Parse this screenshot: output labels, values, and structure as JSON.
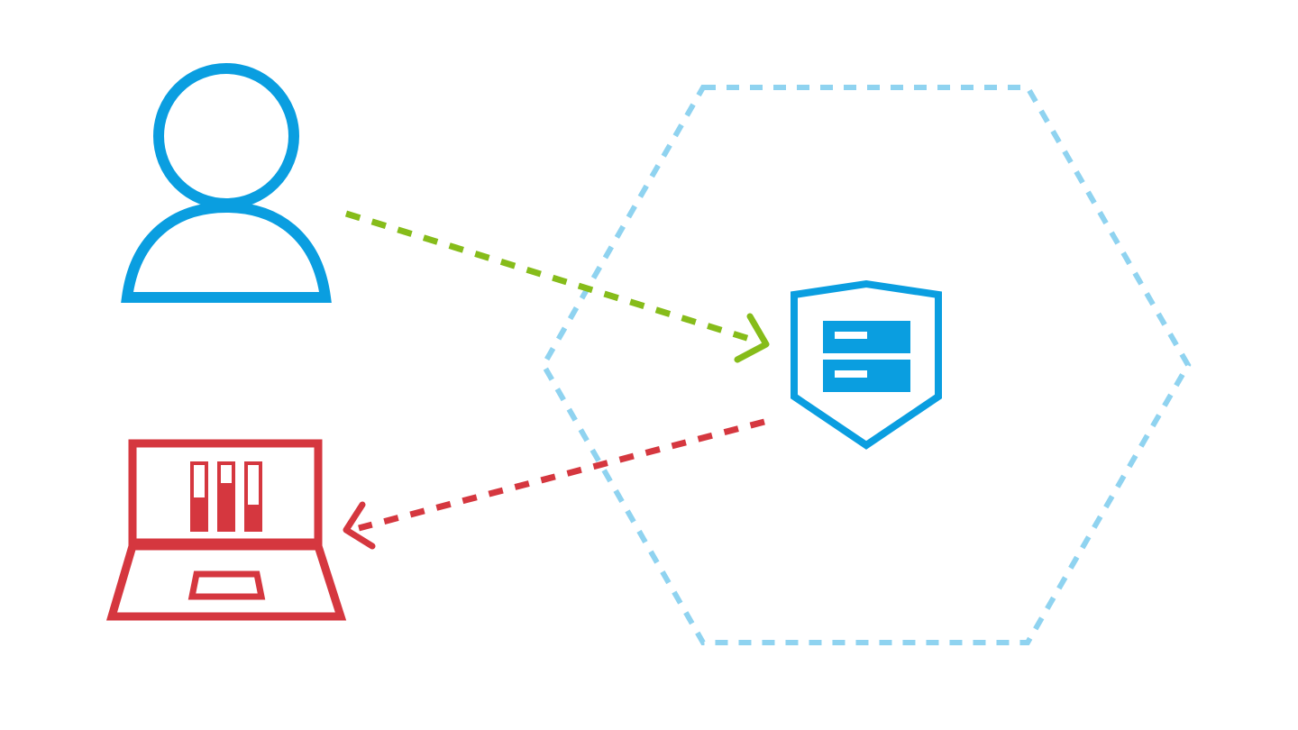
{
  "diagram": {
    "nodes": [
      {
        "id": "user",
        "icon": "user-icon"
      },
      {
        "id": "laptop",
        "icon": "laptop-icon"
      },
      {
        "id": "secure-service",
        "icon": "shield-server-icon"
      },
      {
        "id": "boundary",
        "icon": "hexagon-boundary"
      }
    ],
    "edges": [
      {
        "from": "user",
        "to": "secure-service",
        "style": "dashed"
      },
      {
        "from": "secure-service",
        "to": "laptop",
        "style": "dashed"
      }
    ]
  },
  "colors": {
    "user": "#0a9ee0",
    "shield": "#0a9ee0",
    "boundary": "#8fd3f0",
    "request_arrow": "#86bc1a",
    "response_arrow": "#d5373f",
    "laptop": "#d5373f",
    "background": "#ffffff"
  }
}
